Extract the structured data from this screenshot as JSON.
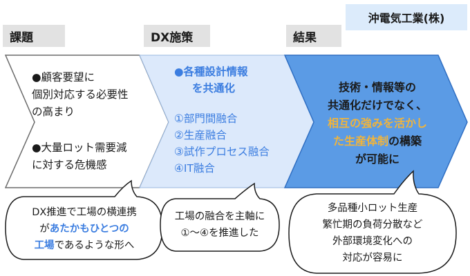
{
  "company": "沖電気工業(株)",
  "headers": {
    "issue": "課題",
    "measure": "DX施策",
    "result": "結果"
  },
  "issue": {
    "item1_line1": "●顧客要望に",
    "item1_line2": "個別対応する必要性",
    "item1_line3": "の高まり",
    "item2_line1": "●大量ロット需要減",
    "item2_line2": "に対する危機感"
  },
  "measure": {
    "title_line1": "●各種設計情報",
    "title_line2": "を共通化",
    "items": [
      "①部門間融合",
      "②生産融合",
      "③試作プロセス融合",
      "④IT融合"
    ]
  },
  "result": {
    "line1": "技術・情報等の",
    "line2": "共通化だけでなく、",
    "line3_highlight": "相互の強みを活かし",
    "line4_highlight": "た生産体制",
    "line4_rest": "の構築",
    "line5": "が可能に"
  },
  "bubbles": {
    "issue": {
      "line1": "DX推進で工場の横連携",
      "line2_pre": "が",
      "line2_highlight": "あたかもひとつの",
      "line3_highlight": "工場",
      "line3_rest": "であるような形へ"
    },
    "measure": {
      "line1": "工場の融合を主軸に",
      "line2": "①～④を推進した"
    },
    "result": {
      "line1": "多品種小ロット生産",
      "line2": "繁忙期の負荷分散など",
      "line3": "外部環境変化への",
      "line4": "対応が容易に"
    }
  },
  "colors": {
    "issue_fill": "#ffffff",
    "measure_fill": "#dce9fb",
    "result_fill": "#5b9be5",
    "accent_blue": "#3b7de0",
    "highlight_orange": "#f0b43c",
    "header_gray": "#e2e2e2",
    "company_bg": "#dcebfb"
  }
}
